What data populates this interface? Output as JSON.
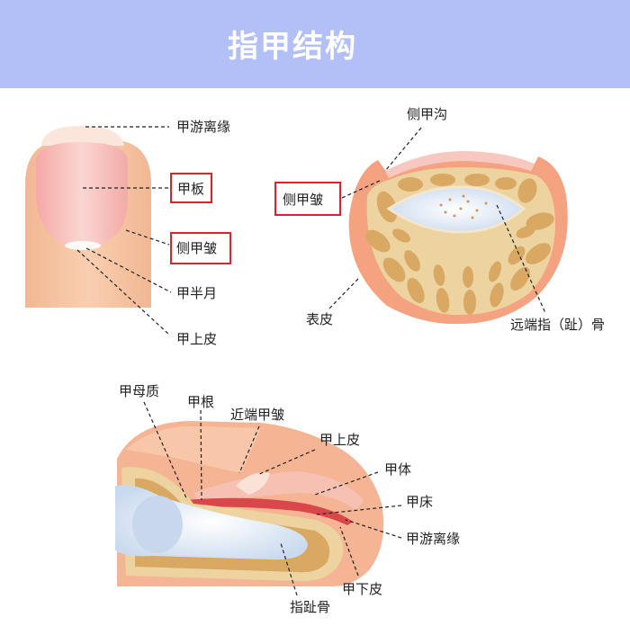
{
  "title": "指甲结构",
  "colors": {
    "header_bg": "#b3c0f7",
    "skin": "#f5b996",
    "skin_light": "#f9d0b6",
    "nail": "#f6c2bd",
    "tissue": "#e9cd97",
    "tissue_fill": "#dcae6e",
    "bone": "#dde8f5",
    "highlight_box": "#d9232d"
  },
  "top_left_labels": {
    "free_edge": "甲游离缘",
    "nail_plate": "甲板",
    "lateral_fold": "侧甲皱",
    "lunula": "甲半月",
    "cuticle": "甲上皮"
  },
  "cross_section_labels": {
    "lateral_groove": "侧甲沟",
    "lateral_fold": "侧甲皱",
    "epidermis": "表皮",
    "distal_phalanx": "远端指（趾）骨"
  },
  "side_view_labels": {
    "matrix": "甲母质",
    "nail_root": "甲根",
    "proximal_fold": "近端甲皱",
    "eponychium": "甲上皮",
    "nail_body": "甲体",
    "nail_bed": "甲床",
    "free_edge": "甲游离缘",
    "hyponychium": "甲下皮",
    "phalanx": "指趾骨"
  }
}
